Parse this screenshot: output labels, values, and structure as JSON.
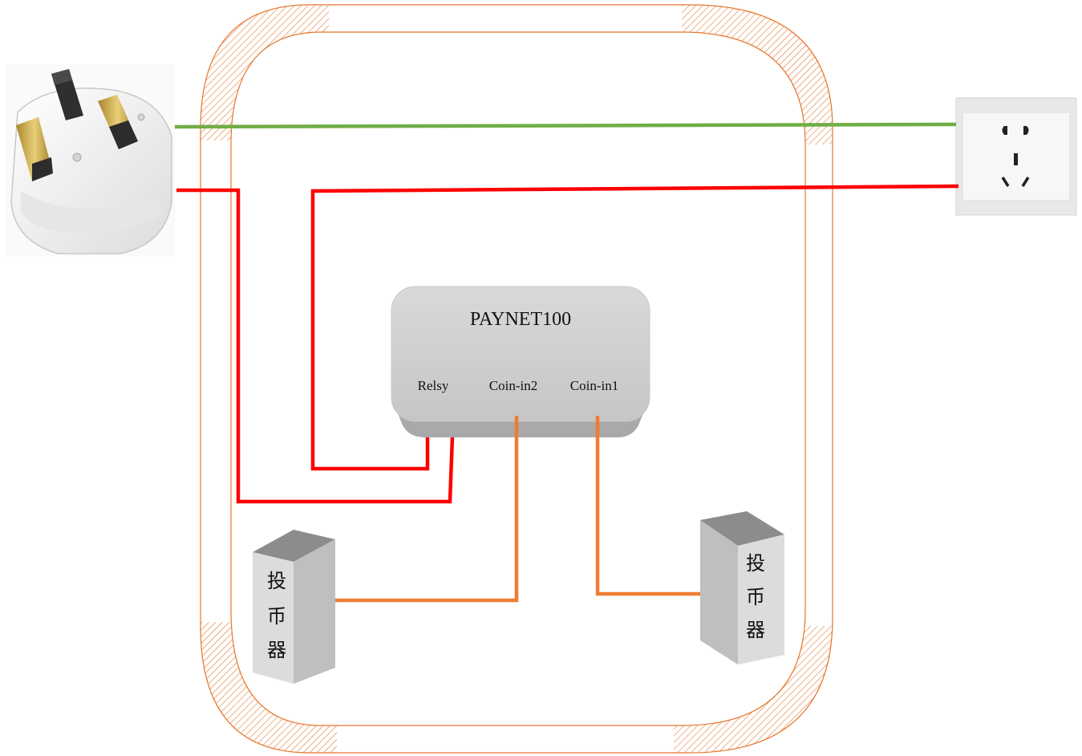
{
  "device": {
    "name": "PAYNET100",
    "ports": {
      "relay": "Relsy",
      "coin_in_2": "Coin-in2",
      "coin_in_1": "Coin-in1"
    }
  },
  "coin_acceptor_left": {
    "char1": "投",
    "char2": "币",
    "char3": "器"
  },
  "coin_acceptor_right": {
    "char1": "投",
    "char2": "币",
    "char3": "器"
  },
  "colors": {
    "enclosure": "#e5772d",
    "ground_wire": "#70ad47",
    "live_wire": "#ff0000",
    "signal_wire": "#ed7d31",
    "device_body": "#cfcfcf",
    "acceptor_body": "#d0d0d0"
  },
  "components": {
    "plug": "uk-3-pin-plug-icon",
    "socket": "wall-socket-icon"
  }
}
